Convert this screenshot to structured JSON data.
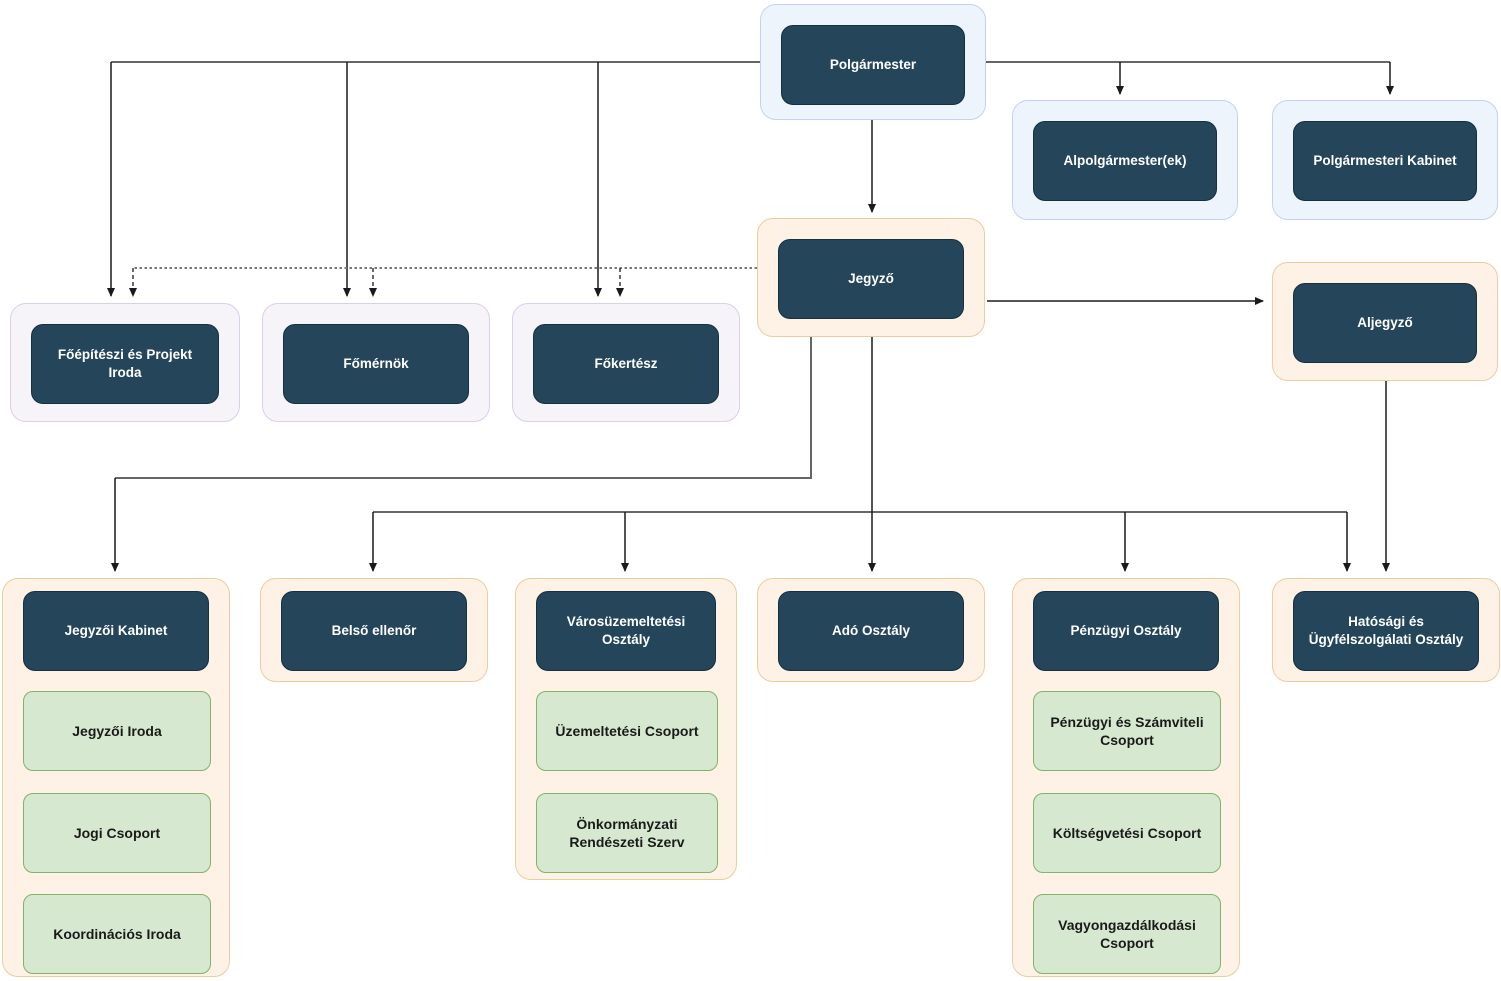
{
  "colors": {
    "node_fill": "#24455a",
    "node_text": "#ffffff",
    "group_blue_fill": "#eef4fb",
    "group_blue_border": "#c3d4e8",
    "group_orange_fill": "#fdf2e5",
    "group_orange_border": "#e8cf9c",
    "group_purple_fill": "#f6f3f9",
    "group_purple_border": "#dbd0e6",
    "child_green_fill": "#d7e8d1",
    "child_green_border": "#82b366",
    "child_text": "#1a1a1a",
    "line_gray": "#666666",
    "line_black": "#1a1a1a"
  },
  "nodes": {
    "polgarmester": {
      "label": "Polgármester"
    },
    "alpolgarmester": {
      "label": "Alpolgármester(ek)"
    },
    "polgarmesteri_kabinet": {
      "label": "Polgármesteri Kabinet"
    },
    "jegyzo": {
      "label": "Jegyző"
    },
    "aljegyzo": {
      "label": "Aljegyző"
    },
    "foepiteszi_iroda": {
      "label": "Főépítészi és Projekt Iroda"
    },
    "fomernok": {
      "label": "Főmérnök"
    },
    "fokertesz": {
      "label": "Főkertész"
    },
    "jegyzoi_kabinet": {
      "label": "Jegyzői Kabinet",
      "children": [
        "Jegyzői Iroda",
        "Jogi Csoport",
        "Koordinációs Iroda"
      ]
    },
    "belso_ellenor": {
      "label": "Belső ellenőr"
    },
    "varosuzemeltetesi_osztaly": {
      "label": "Városüzemeltetési Osztály",
      "children": [
        "Üzemeltetési Csoport",
        "Önkormányzati Rendészeti Szerv"
      ]
    },
    "ado_osztaly": {
      "label": "Adó Osztály"
    },
    "penzugyi_osztaly": {
      "label": "Pénzügyi Osztály",
      "children": [
        "Pénzügyi és Számviteli Csoport",
        "Költségvetési Csoport",
        "Vagyongazdálkodási Csoport"
      ]
    },
    "hatosagi_osztaly": {
      "label": "Hatósági és Ügyfélszolgálati Osztály"
    }
  }
}
